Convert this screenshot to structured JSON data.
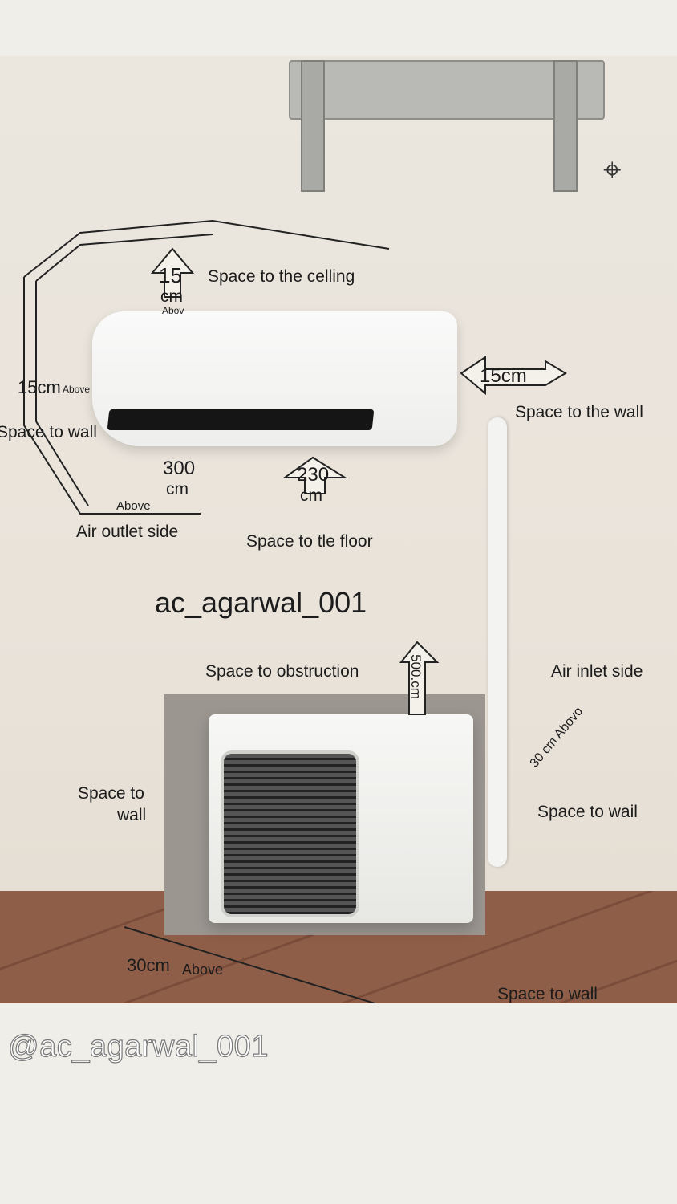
{
  "labels": {
    "ceiling_value": "15",
    "ceiling_unit": "cm",
    "ceiling_note": "Abov",
    "ceiling_text": "Space to the celling",
    "right_wall_value": "15cm",
    "right_wall_text": "Space to the wall",
    "left_wall_value": "15cm",
    "left_wall_note": "Above",
    "left_wall_text": "Space to wall",
    "outlet_value": "300",
    "outlet_unit": "cm",
    "outlet_note": "Above",
    "outlet_text": "Air outlet side",
    "floor_value": "230",
    "floor_unit": "cm",
    "floor_text": "Space to tle floor",
    "center_caption": "ac_agarwal_001",
    "obstruction_text": "Space to obstruction",
    "obstruction_value": "500.cm",
    "inlet_text": "Air inlet side",
    "inlet_value": "30 cm Abovo",
    "inlet_wall_text": "Space to wail",
    "outdoor_left_text_1": "Space to",
    "outdoor_left_text_2": "wall",
    "bottom_value": "30cm",
    "bottom_note": "Above",
    "bottom_right_text": "Space to wall"
  },
  "watermark": "@ac_agarwal_001"
}
